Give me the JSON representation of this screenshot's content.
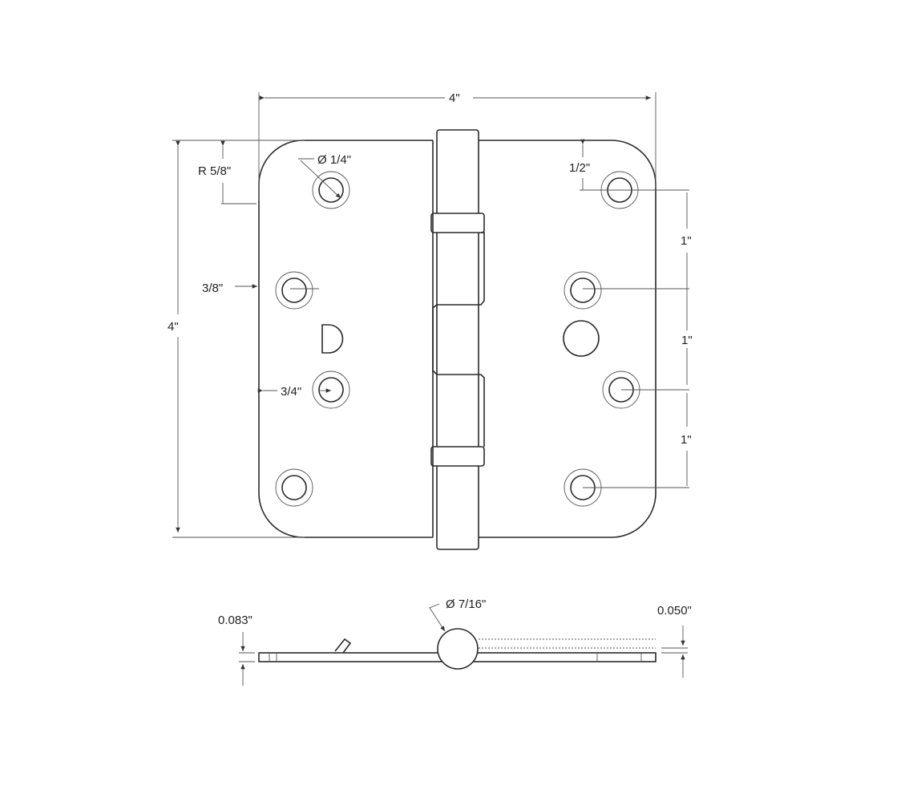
{
  "top_view": {
    "overall_width": "4\"",
    "overall_height": "4\"",
    "corner_radius": "R 5/8\"",
    "hole_diameter": "Ø 1/4\"",
    "hole_edge_offset_top": "1/2\"",
    "hole_edge_offset_short": "3/8\"",
    "hole_edge_offset_long": "3/4\"",
    "hole_spacing": [
      "1\"",
      "1\"",
      "1\""
    ]
  },
  "side_view": {
    "barrel_diameter": "Ø 7/16\"",
    "leaf_thickness": "0.083\"",
    "gap": "0.050\""
  }
}
